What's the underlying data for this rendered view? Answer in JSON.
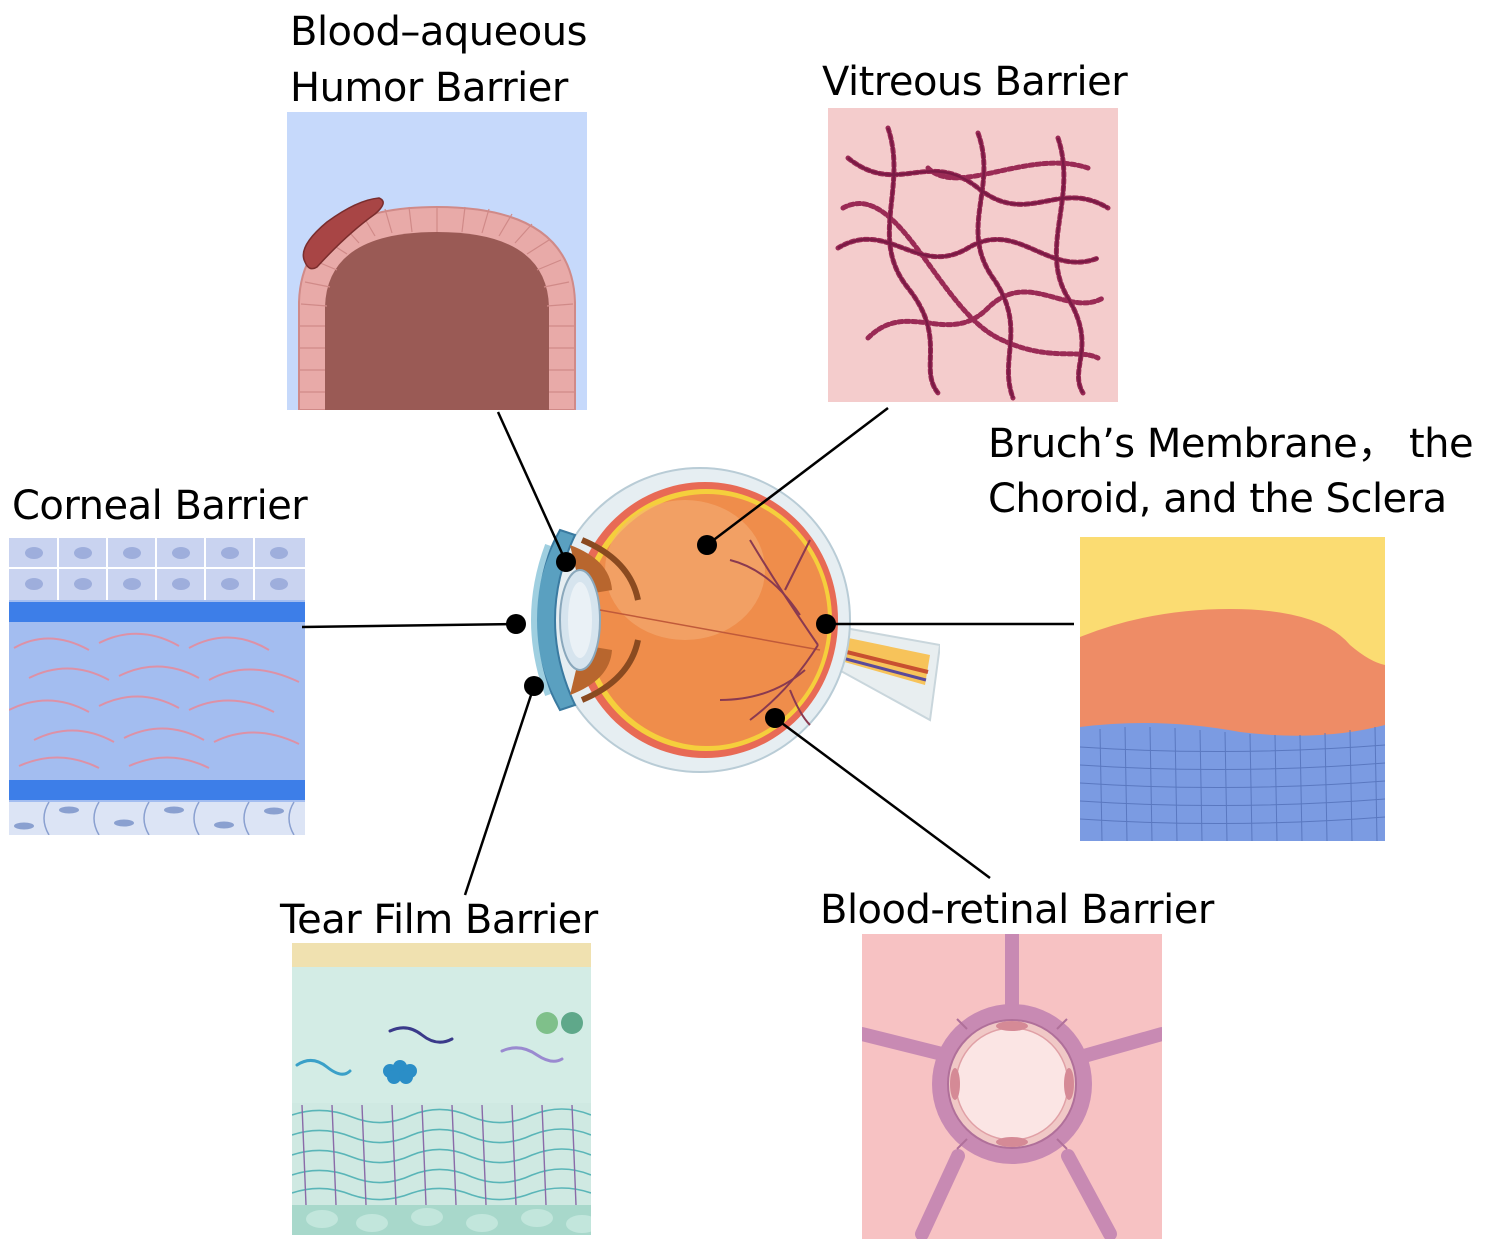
{
  "labels": {
    "aqueous_line1": "Blood–aqueous",
    "aqueous_line2": "Humor Barrier",
    "vitreous": "Vitreous Barrier",
    "bruch_line1": "Bruch’s Membrane， the",
    "bruch_line2": "Choroid, and the Sclera",
    "corneal": "Corneal Barrier",
    "tear": "Tear Film Barrier",
    "retinal": "Blood-retinal Barrier"
  },
  "colors": {
    "aqueous_bg": "#c6d9fb",
    "aqueous_body": "#9a5a55",
    "aqueous_cells": "#e8aaa8",
    "vitreous_bg": "#f4cccc",
    "vitreous_fiber": "#9a2a55",
    "bruch_yellow": "#fbdc72",
    "bruch_orange": "#ee8c66",
    "bruch_blue": "#7b9be2",
    "corneal_cells": "#c9d3f0",
    "corneal_band": "#3d7ee8",
    "corneal_stroma": "#a3bdf0",
    "tear_top": "#f0e1b0",
    "tear_bg": "#d3ece5",
    "retinal_bg": "#f7c2c3",
    "retinal_vessel": "#c88ab3",
    "eye_orange": "#ef8d4b",
    "connector": "#000000"
  }
}
